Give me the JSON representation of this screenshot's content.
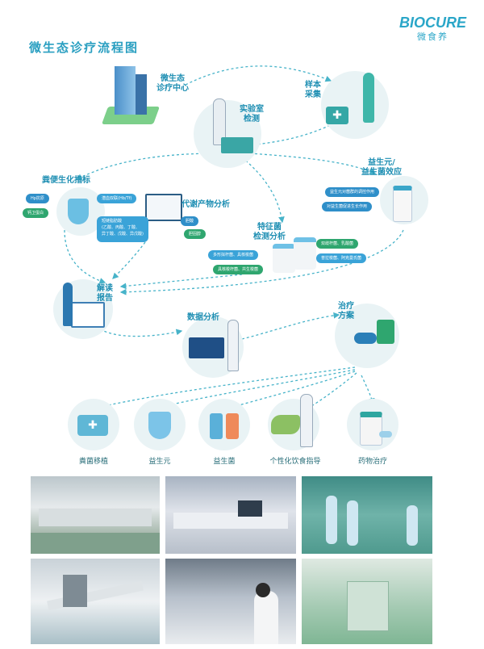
{
  "title": "微生态诊疗流程图",
  "logo": {
    "main": "BIOCURE",
    "sub": "微食养"
  },
  "nodes": {
    "center": "微生态\n诊疗中心",
    "sample": "样本\n采集",
    "lab": "实验室\n检测",
    "fecal": "粪便生化指标",
    "metabolite": "代谢产物分析",
    "feature": "特征菌\n检测分析",
    "prebiotic": "益生元/\n益生菌效应",
    "report": "解读\n报告",
    "data": "数据分析",
    "plan": "治疗\n方案"
  },
  "pills": {
    "fecal": [
      "Hp抗原",
      "钙卫蛋白",
      "潜血双联(Hb/Tf)"
    ],
    "metabolite": [
      "短链脂肪酸\n(乙酸、丙酸、丁酸、\n异丁酸、戊酸、异戊酸)",
      "胆酸",
      "胆固醇"
    ],
    "feature": [
      "多形拟杆菌、具核梭菌",
      "具核梭杆菌、共生梭菌",
      "双歧杆菌、乳酸菌",
      "普拉梭菌、阿克曼氏菌"
    ],
    "prebiotic": [
      "益生元对菌群的调控作用",
      "对益生菌促进生长作用"
    ]
  },
  "treatments": [
    "粪菌移植",
    "益生元",
    "益生菌",
    "个性化饮食指导",
    "药物治疗"
  ],
  "colors": {
    "accent": "#2a9fc1",
    "green": "#2fa66f",
    "blue": "#2f8fc9"
  }
}
